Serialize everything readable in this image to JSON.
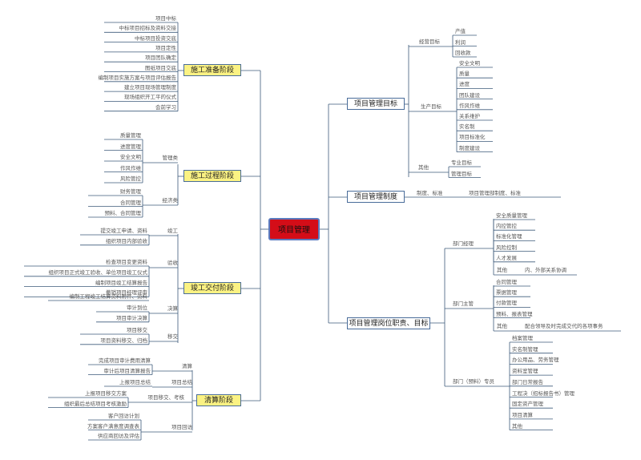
{
  "root": "项目管理",
  "colors": {
    "line": "#3d5a7a",
    "root_fill": "#d40d18",
    "branch_fill": "#fbf283"
  },
  "left": {
    "prep": {
      "title": "施工准备阶段",
      "items": [
        "项目中标",
        "中标项目招标及资料交接",
        "中标项目投资交底",
        "项目定性",
        "项目团队确定",
        "图纸项目交底",
        "编制项目实施方案与项目评估报告",
        "建立项目现场管理制度",
        "现场组织开工平的仪式",
        "会前学习"
      ]
    },
    "process": {
      "title": "施工过程阶段",
      "mgmt_label": "管理类",
      "mgmt_items": [
        "质量管理",
        "进度管理",
        "安全文明",
        "作风作维",
        "风险管控"
      ],
      "fin_label": "经济类",
      "fin_items": [
        "财务管理",
        "合同管理",
        "预料、合同管理"
      ]
    },
    "completion": {
      "title": "竣工交付阶段",
      "g1_label": "竣工",
      "g1_items": [
        "提交竣工申请、资料",
        "组织项目内部验收"
      ],
      "g2_label": "验收",
      "g2_items": [
        "检查项目变更资料",
        "组织项目正式竣工验收、单位项目竣工仪式",
        "编制项目竣工结算报告",
        "撤销项目经理评审"
      ],
      "g3_items": [
        "编制工程竣工结算资料附件、资料"
      ],
      "g4_label": "决算",
      "g4_items": [
        "审计到位",
        "项目审计决算"
      ],
      "g5_label": "移交",
      "g5_items": [
        "项目移交",
        "项目资料移交、归档"
      ]
    },
    "settle": {
      "title": "清算阶段",
      "g1_label": "清算",
      "g1_items": [
        "完成项目审计费用清算",
        "审计后项目清算报告"
      ],
      "g2_label": "项目总结",
      "g2_items": [
        "上报项目总结"
      ],
      "g3_label": "项目移交、考核",
      "g3_items": [
        "上报项目移交方案",
        "组织最后总结项目考核激励"
      ],
      "g4_label": "项目回访",
      "g4_items": [
        "客户回访计划",
        "方案客户满意度调查表",
        "供应商回访及评估"
      ]
    }
  },
  "right": {
    "goal": {
      "title": "项目管理目标",
      "g1_label": "经营目标",
      "g1_items": [
        "产值",
        "利润",
        "回收款"
      ],
      "g2_label": "生产目标",
      "g2_items": [
        "安全文明",
        "质量",
        "进度",
        "团队建设",
        "作风作维",
        "关系维护",
        "实名制",
        "项目标准化",
        "制度建设"
      ],
      "g3_label": "其他",
      "g3_items": [
        "专业目标",
        "管理目标"
      ]
    },
    "system": {
      "title": "项目管理制度",
      "label": "制度、标准",
      "item": "项目管理部制度、标准"
    },
    "roles": {
      "title": "项目管理岗位职责、目标",
      "d1_label": "部门经理",
      "d1_items": [
        "安全质量管理",
        "内控管控",
        "标准化管理",
        "风险控制",
        "人才发展"
      ],
      "d1_other_label": "其他",
      "d1_other": "内、外部关系协调",
      "d2_label": "部门主管",
      "d2_items": [
        "合同管理",
        "票据管理",
        "付款管理",
        "预料、报表管理"
      ],
      "d2_other_label": "其他",
      "d2_other": "配合领导及时完成交代的各项事务",
      "d3_label": "部门（预料）专员",
      "d3_items": [
        "档案管理",
        "实名制管理",
        "办公用品、劳务管理",
        "资料室管理",
        "部门日常报告",
        "工程决（招标报告书）管理",
        "固定资产管理",
        "项目清算",
        "其他"
      ]
    }
  }
}
